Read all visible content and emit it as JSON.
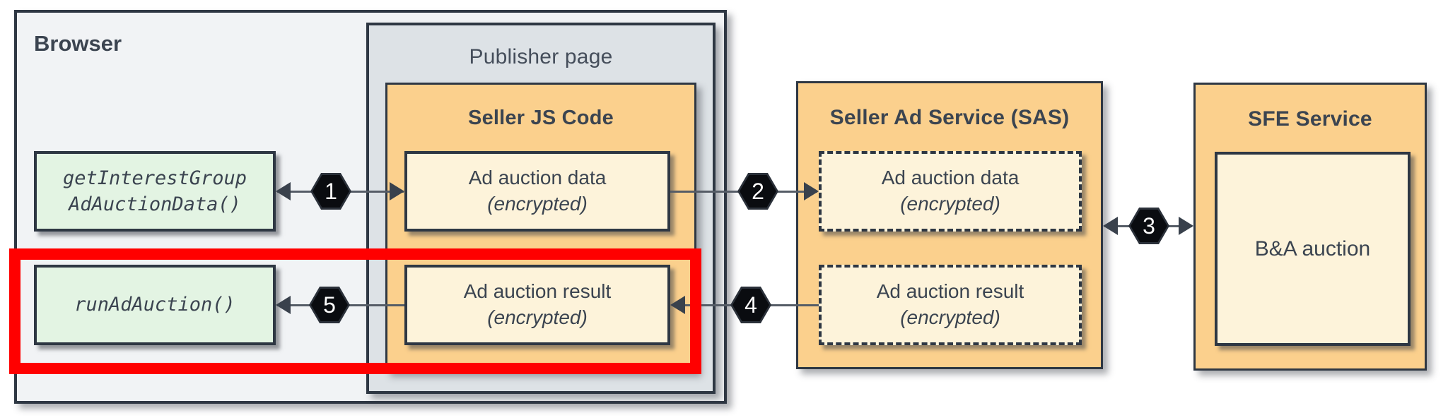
{
  "theme": {
    "canvas-bg": "#ffffff",
    "browser-fill": "#f1f3f5",
    "publisher-fill": "#dde2e6",
    "orange-fill": "#fbd08d",
    "cream-fill": "#fdf3da",
    "green-fill": "#e3f4e3",
    "stroke-dark": "#2e3743",
    "text-dark": "#3b4450",
    "line-gray": "#555c66",
    "arrow-dark": "#39414c",
    "hex-ring": "#2b313a",
    "hex-fill": "#0a0c10",
    "hex-text": "#ffffff",
    "highlight-red": "#ff0000"
  },
  "browser": {
    "title": "Browser"
  },
  "publisher": {
    "title": "Publisher page"
  },
  "seller_js": {
    "title": "Seller JS Code",
    "data_box": {
      "line1": "Ad auction data",
      "line2": "(encrypted)"
    },
    "result_box": {
      "line1": "Ad auction result",
      "line2": "(encrypted)"
    }
  },
  "browser_apis": {
    "get_interest_group": {
      "line1": "getInterestGroup",
      "line2": "AdAuctionData()"
    },
    "run_ad_auction": {
      "line1": "runAdAuction()"
    }
  },
  "sas": {
    "title": "Seller Ad Service (SAS)",
    "data_box": {
      "line1": "Ad auction data",
      "line2": "(encrypted)"
    },
    "result_box": {
      "line1": "Ad auction result",
      "line2": "(encrypted)"
    }
  },
  "sfe": {
    "title": "SFE Service",
    "auction_box": {
      "label": "B&A auction"
    }
  },
  "steps": {
    "s1": "1",
    "s2": "2",
    "s3": "3",
    "s4": "4",
    "s5": "5"
  }
}
